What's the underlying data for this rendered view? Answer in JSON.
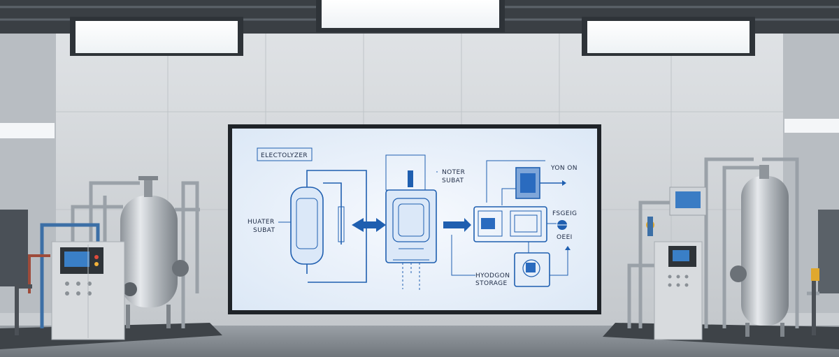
{
  "scene": {
    "description_kind": "photo-render",
    "diagram_labels": {
      "electrolyzer": "ELECTOLYZER",
      "left_tank_line1": "HUATER",
      "left_tank_line2": "SUBAT",
      "top_center_line1": "NOTER",
      "top_center_line2": "SUBAT",
      "top_right": "YON ON",
      "right_mid": "FSGEIG",
      "right_low": "OEEI",
      "storage_line1": "HYODGON",
      "storage_line2": "STORAGE"
    },
    "colors": {
      "wall": "#d6d9dc",
      "screen": "#eaf2fb",
      "diagram_blue": "#1f5fb0",
      "steel": "#b9bec3",
      "floor": "#7d8287"
    }
  }
}
